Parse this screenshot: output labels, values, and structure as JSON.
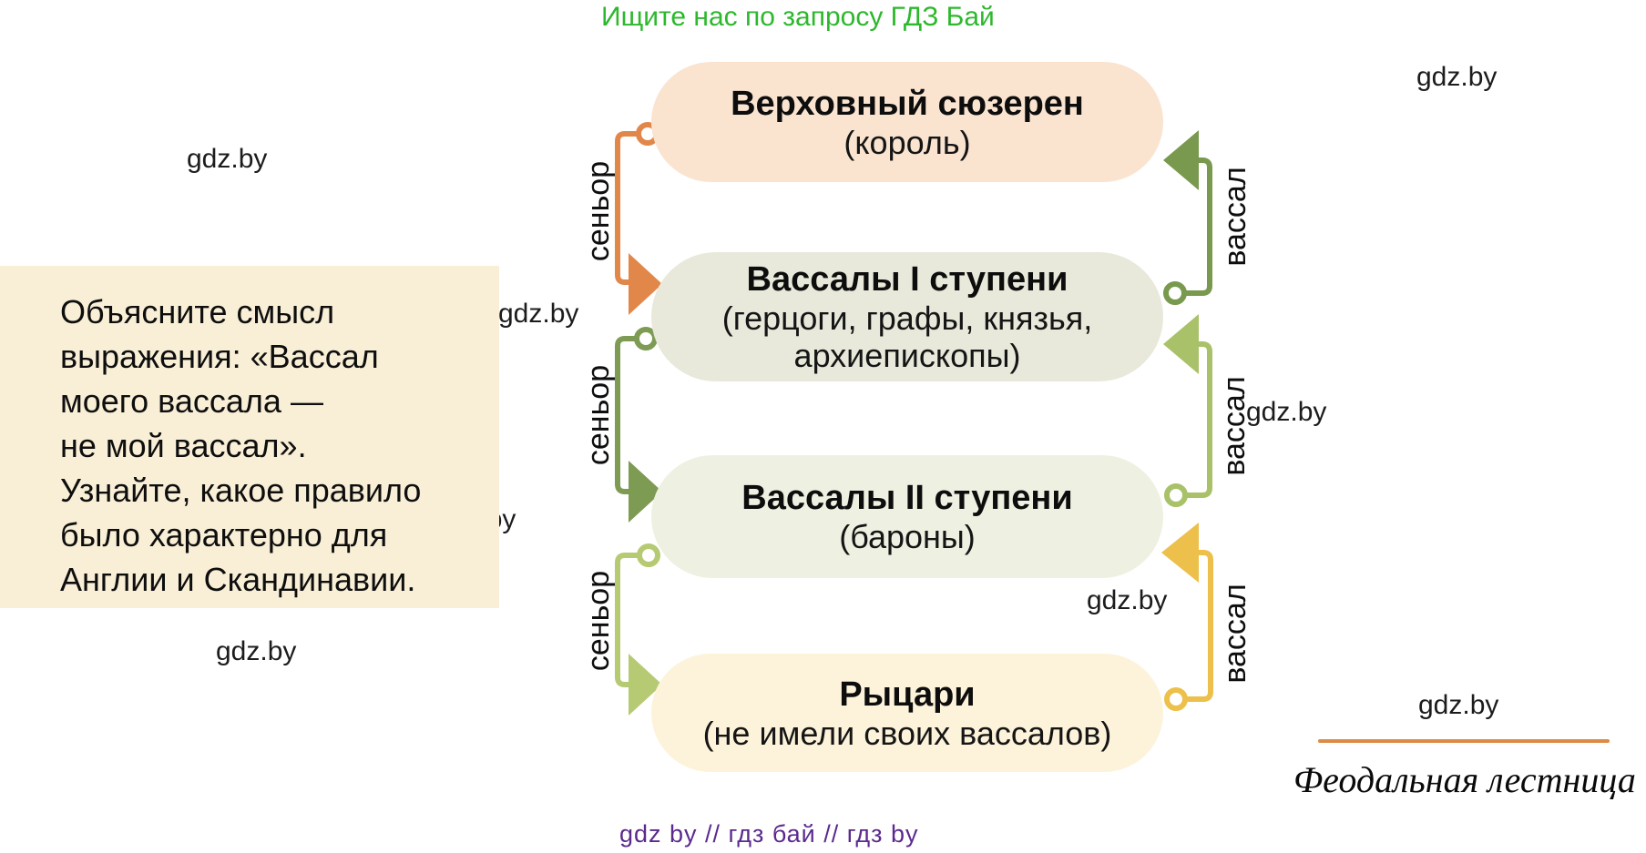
{
  "banners": {
    "top": "Ищите нас по запросу ГДЗ Бай",
    "top_color": "#2db82d",
    "bottom": "gdz by  //  гдз бай  //  гдз by",
    "bottom_color": "#5b2a8e"
  },
  "watermark": {
    "text": "gdz.by"
  },
  "task_box": {
    "bg": "#f9efd7",
    "lines": [
      "Объясните смысл",
      "выражения: «Вассал",
      "моего вассала —",
      "не мой вассал».",
      "Узнайте, какое правило",
      "было характерно для",
      "Англии и Скандинавии."
    ]
  },
  "ladder": {
    "levels": [
      {
        "line1": "Верховный сюзерен",
        "line2": "(король)",
        "line3": "",
        "bg": "#fae4d0"
      },
      {
        "line1": "Вассалы I ступени",
        "line2": "(герцоги, графы, князья,",
        "line3": "архиепископы)",
        "bg": "#e8e9da"
      },
      {
        "line1": "Вассалы II ступени",
        "line2": "(бароны)",
        "line3": "",
        "bg": "#eef1e1"
      },
      {
        "line1": "Рыцари",
        "line2": "(не имели своих вассалов)",
        "line3": "",
        "bg": "#fdf3da"
      }
    ],
    "senior_label": "сеньор",
    "vassal_label": "вассал",
    "connectors": {
      "senior1": {
        "color": "#e2874a"
      },
      "senior2": {
        "color": "#7d9b52"
      },
      "senior3": {
        "color": "#b6ca73"
      },
      "vassal1": {
        "color": "#78994e"
      },
      "vassal2": {
        "color": "#a9c169"
      },
      "vassal3": {
        "color": "#ecc04b"
      }
    }
  },
  "caption": {
    "text": "Феодальная лестница",
    "line_color": "#dd8a45"
  }
}
